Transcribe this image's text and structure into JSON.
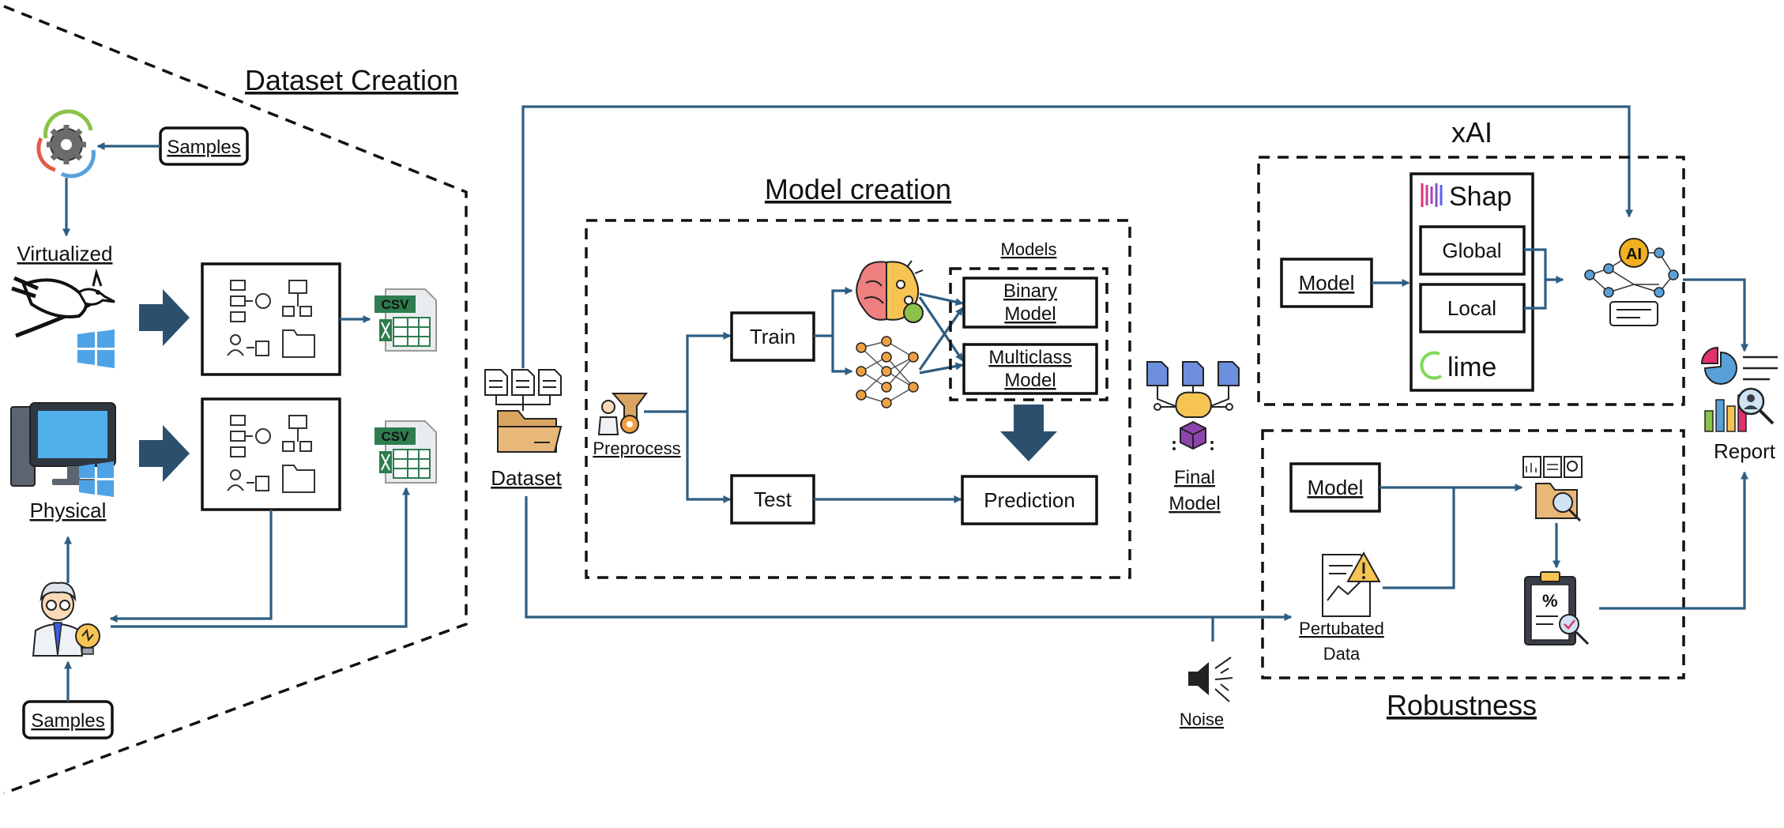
{
  "sections": {
    "dataset_creation": "Dataset Creation",
    "model_creation": "Model creation",
    "xai": "xAI",
    "robustness": "Robustness"
  },
  "dataset_creation": {
    "samples_top": "Samples",
    "samples_bottom": "Samples",
    "virtualized": "Virtualized",
    "physical": "Physical",
    "csv_1": "CSV",
    "csv_2": "CSV"
  },
  "dataset": {
    "label": "Dataset"
  },
  "model_creation": {
    "preprocess": "Preprocess",
    "train": "Train",
    "test": "Test",
    "models_caption": "Models",
    "binary_line1": "Binary",
    "binary_line2": "Model",
    "multiclass_line1": "Multiclass",
    "multiclass_line2": "Model",
    "prediction": "Prediction"
  },
  "final_model": {
    "line1": "Final",
    "line2": "Model"
  },
  "xai": {
    "model": "Model",
    "shap_logo": "Shap",
    "global": "Global",
    "local": "Local",
    "lime_logo": "lime",
    "ai_badge": "AI"
  },
  "robustness": {
    "model": "Model",
    "perturbed_line1": "Pertubated",
    "perturbed_line2": "Data"
  },
  "noise": {
    "label": "Noise"
  },
  "report": {
    "label": "Report"
  },
  "colors": {
    "arrow": "#2e5d82",
    "big_arrow": "#2c4f6e",
    "csv_green": "#2e7d4f",
    "folder": "#e7b877",
    "brain_left": "#f07f7f",
    "brain_right": "#f6c453",
    "neural_net": "#f0a044",
    "ai_gold": "#f2b01e",
    "shap_pink": "#e0306e",
    "lime_green": "#7ed957",
    "doc_blue": "#6e8fdd"
  }
}
